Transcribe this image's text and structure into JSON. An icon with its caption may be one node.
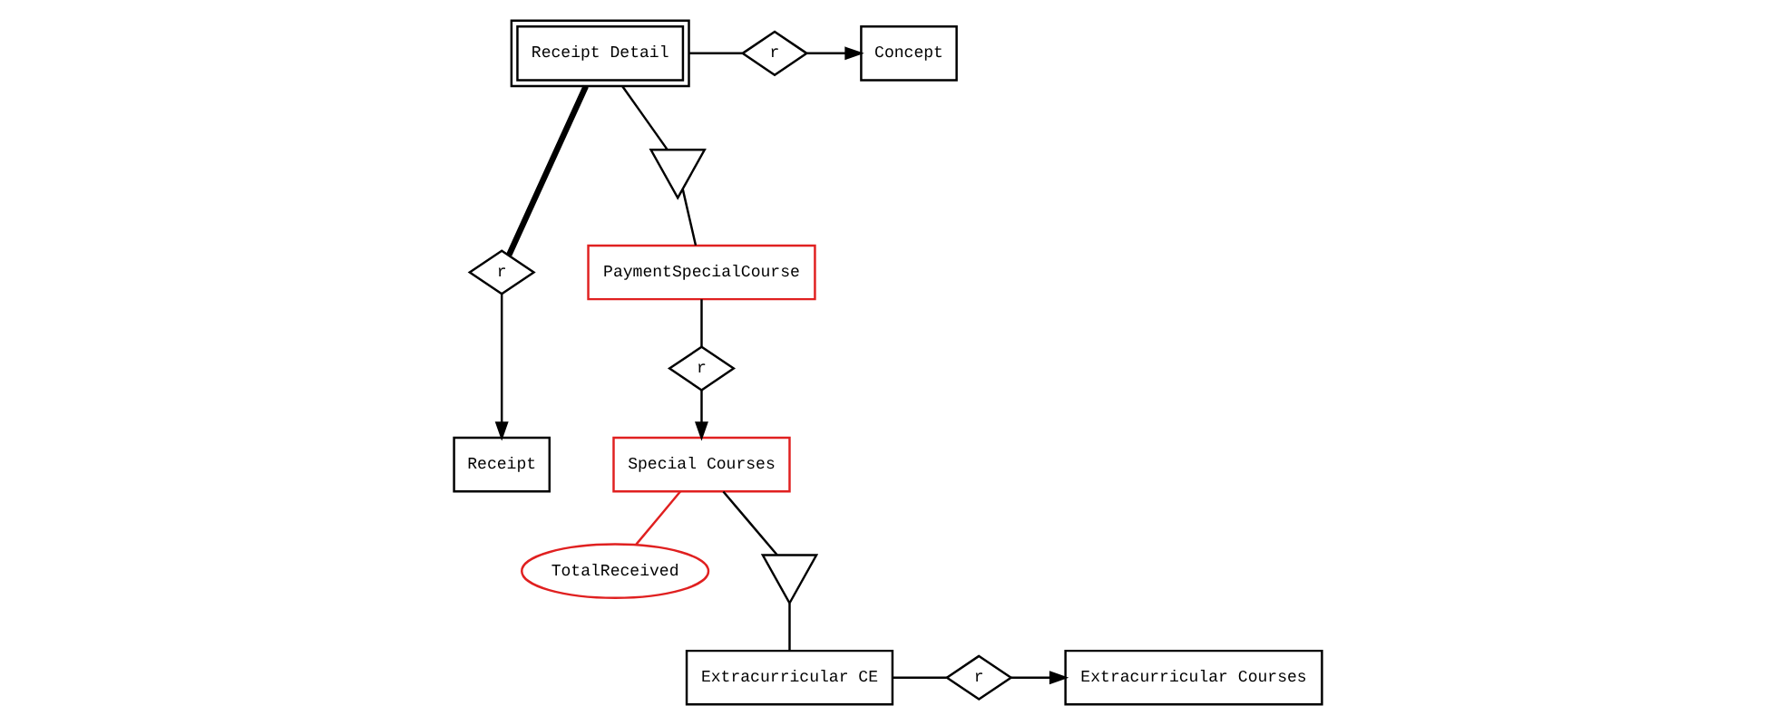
{
  "diagram": {
    "nodes": [
      {
        "text": [
          "Receipt"
        ]
      },
      {
        "text": [
          "Special Courses"
        ]
      },
      {
        "text": [
          "TotalReceived"
        ]
      },
      {
        "text": [
          "r"
        ]
      },
      {
        "text": [],
        "shape": "triangle"
      },
      {
        "text": [
          "Concept"
        ]
      },
      {
        "text": [
          "r"
        ]
      },
      {
        "text": [
          "Receipt Detail"
        ]
      },
      {
        "text": [
          "Extracurricular CE"
        ]
      },
      {
        "text": [
          "r"
        ]
      },
      {
        "text": [
          "Extracurricular Courses"
        ]
      },
      {
        "text": [],
        "shape": "triangle"
      },
      {
        "text": [
          "r"
        ]
      },
      {
        "text": [
          "PaymentSpecialCourse"
        ]
      }
    ],
    "edges": [
      {
        "from": 7,
        "to": 3,
        "arrow": "none",
        "style": "thick"
      },
      {
        "from": 3,
        "to": 0,
        "arrow": "to"
      },
      {
        "from": 7,
        "to": 6,
        "arrow": "none"
      },
      {
        "from": 6,
        "to": 5,
        "arrow": "to"
      },
      {
        "from": 1,
        "to": 2,
        "arrow": "none",
        "color": "#e02020"
      },
      {
        "from": 1,
        "to": 4,
        "arrow": "none"
      },
      {
        "from": 4,
        "to": 8,
        "arrow": "none"
      },
      {
        "from": 8,
        "to": 9,
        "arrow": "none"
      },
      {
        "from": 9,
        "to": 10,
        "arrow": "to"
      },
      {
        "from": 7,
        "to": 11,
        "arrow": "none"
      },
      {
        "from": 11,
        "to": 13,
        "arrow": "none"
      },
      {
        "from": 13,
        "to": 12,
        "arrow": "none"
      },
      {
        "from": 12,
        "to": 1,
        "arrow": "to"
      }
    ]
  }
}
